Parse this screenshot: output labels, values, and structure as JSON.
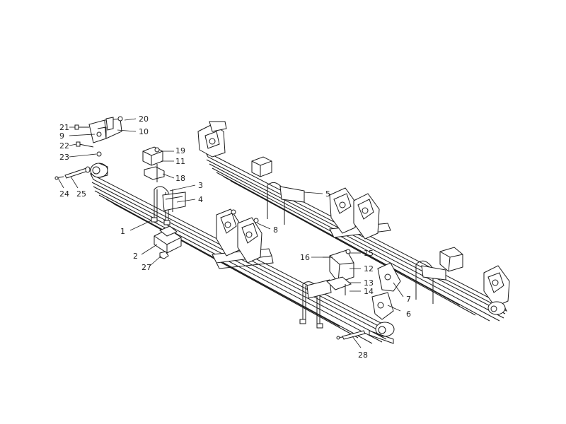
{
  "diagram": {
    "callouts": [
      {
        "id": "c1",
        "text": "1"
      },
      {
        "id": "c2",
        "text": "2"
      },
      {
        "id": "c3",
        "text": "3"
      },
      {
        "id": "c4",
        "text": "4"
      },
      {
        "id": "c5",
        "text": "5"
      },
      {
        "id": "c6",
        "text": "6"
      },
      {
        "id": "c7",
        "text": "7"
      },
      {
        "id": "c8",
        "text": "8"
      },
      {
        "id": "c9",
        "text": "9"
      },
      {
        "id": "c10",
        "text": "10"
      },
      {
        "id": "c11",
        "text": "11"
      },
      {
        "id": "c12",
        "text": "12"
      },
      {
        "id": "c13",
        "text": "13"
      },
      {
        "id": "c14",
        "text": "14"
      },
      {
        "id": "c15",
        "text": "15"
      },
      {
        "id": "c16",
        "text": "16"
      },
      {
        "id": "c18",
        "text": "18"
      },
      {
        "id": "c19",
        "text": "19"
      },
      {
        "id": "c20",
        "text": "20"
      },
      {
        "id": "c21",
        "text": "21"
      },
      {
        "id": "c22",
        "text": "22"
      },
      {
        "id": "c23",
        "text": "23"
      },
      {
        "id": "c24",
        "text": "24"
      },
      {
        "id": "c25",
        "text": "25"
      },
      {
        "id": "c27",
        "text": "27"
      },
      {
        "id": "c28",
        "text": "28"
      }
    ]
  }
}
